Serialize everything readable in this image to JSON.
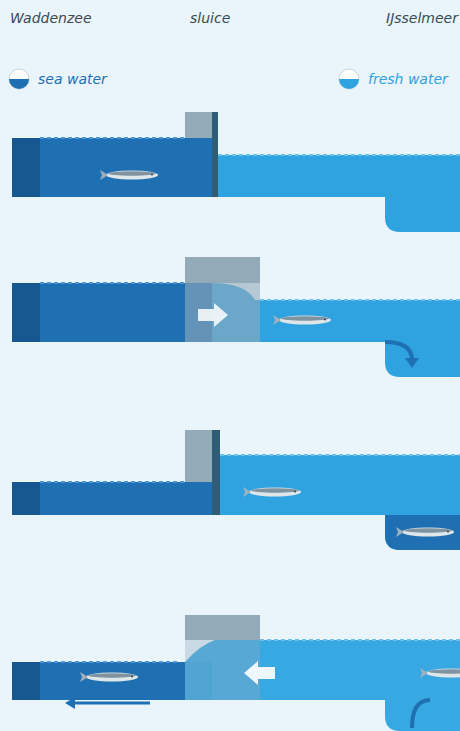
{
  "diagram": {
    "labels": [
      "Waddenzee",
      "sluice",
      "IJsselmeer"
    ],
    "legend": [
      {
        "text": "sea water",
        "color": "#1f70b3"
      },
      {
        "text": "fresh water",
        "color": "#2ea3e0"
      }
    ]
  }
}
